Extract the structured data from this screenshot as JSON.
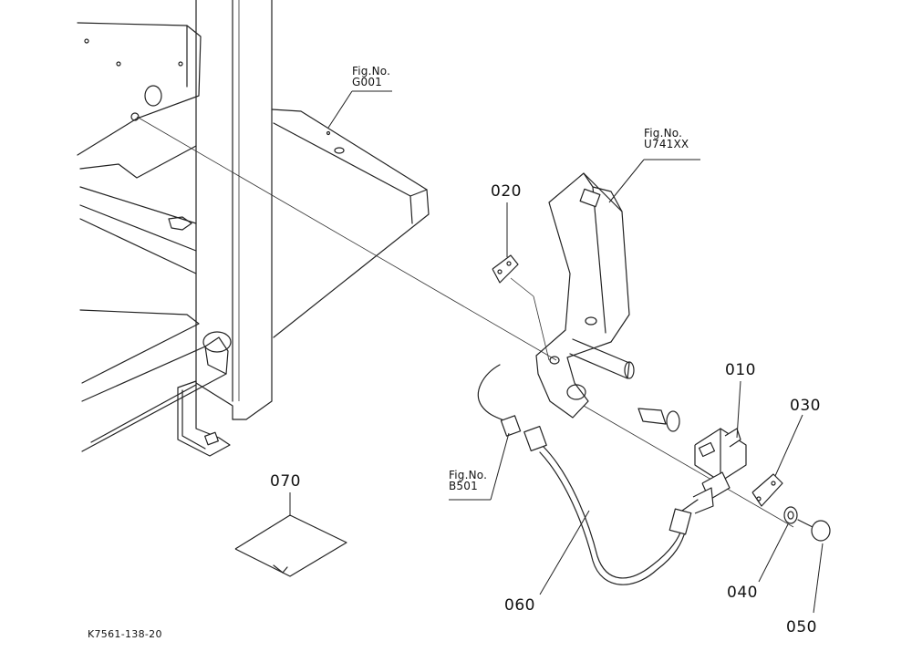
{
  "callouts": [
    {
      "id": "010",
      "text": "010"
    },
    {
      "id": "020",
      "text": "020"
    },
    {
      "id": "030",
      "text": "030"
    },
    {
      "id": "040",
      "text": "040"
    },
    {
      "id": "050",
      "text": "050"
    },
    {
      "id": "060",
      "text": "060"
    },
    {
      "id": "070",
      "text": "070"
    }
  ],
  "fig_refs": {
    "g001": {
      "line1": "Fig.No.",
      "line2": "G001"
    },
    "u741xx": {
      "line1": "Fig.No.",
      "line2": "U741XX"
    },
    "b501": {
      "line1": "Fig.No.",
      "line2": "B501"
    }
  },
  "drawing_code": "K7561-138-20"
}
